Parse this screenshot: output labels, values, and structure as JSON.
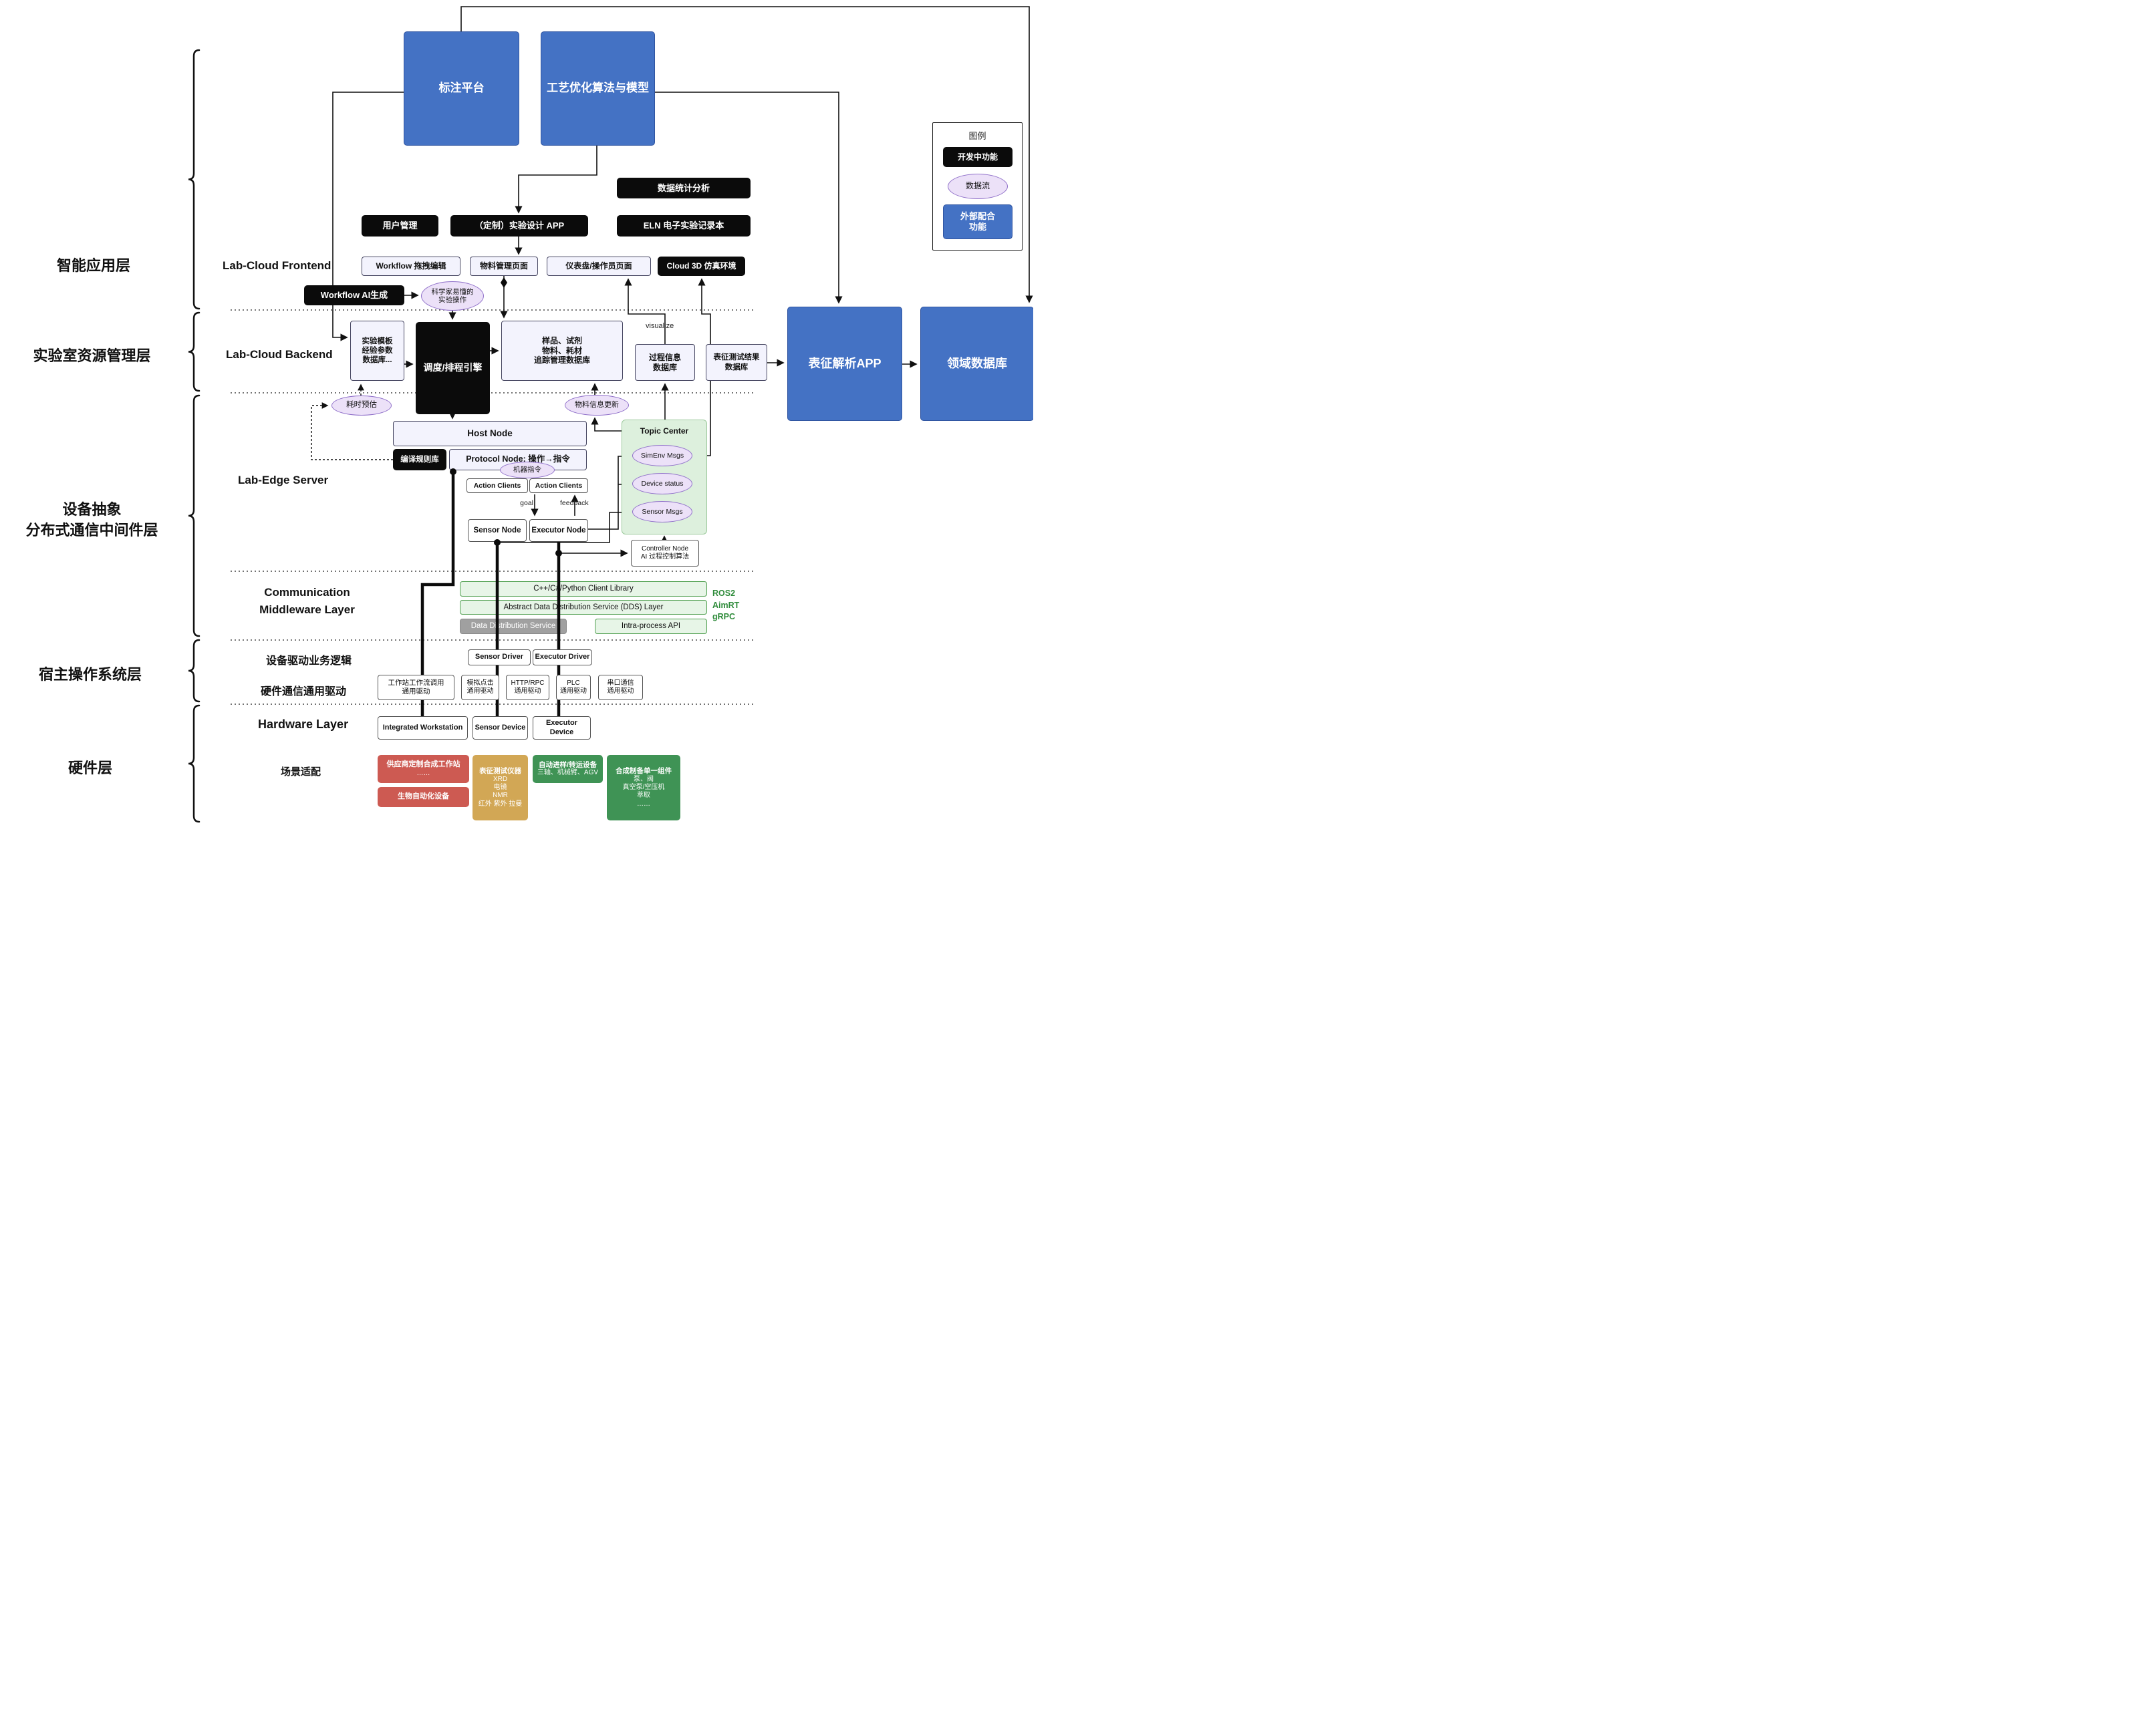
{
  "layers": {
    "app": "智能应用层",
    "resource": "实验室资源管理层",
    "device": "设备抽象\n分布式通信中间件层",
    "host_os": "宿主操作系统层",
    "hardware": "硬件层"
  },
  "sections": {
    "frontend": "Lab-Cloud Frontend",
    "backend": "Lab-Cloud Backend",
    "edge_server": "Lab-Edge Server",
    "comm_middleware": "Communication\nMiddleware Layer",
    "driver_logic": "设备驱动业务逻辑",
    "hw_comm_driver": "硬件通信通用驱动",
    "hardware_layer": "Hardware Layer",
    "scenario_fit": "场景适配"
  },
  "legend": {
    "title": "图例",
    "in_development": "开发中功能",
    "data_flow": "数据流",
    "external_support": "外部配合\n功能"
  },
  "top": {
    "annotation_platform": "标注平台",
    "process_optimization": "工艺优化算法与模型"
  },
  "frontend": {
    "user_mgmt": "用户管理",
    "custom_design_app": "（定制）实验设计 APP",
    "data_stats": "数据统计分析",
    "eln": "ELN 电子实验记录本",
    "workflow_edit": "Workflow 拖拽编辑",
    "material_page": "物料管理页面",
    "dashboard_page": "仪表盘/操作员页面",
    "cloud_3d": "Cloud 3D 仿真环境",
    "workflow_ai": "Workflow AI生成",
    "sci_friendly": "科学家易懂的\n实验操作"
  },
  "backend": {
    "template_db": "实验模板\n经验参数\n数据库...",
    "scheduler": "调度/排程引擎",
    "tracking_db": "样品、试剂\n物料、耗材\n追踪管理数据库",
    "process_db": "过程信息\n数据库",
    "char_result_db": "表征测试结果\n数据库",
    "char_app": "表征解析APP",
    "domain_db": "领域数据库",
    "visualize": "visualize"
  },
  "edge": {
    "time_estimate": "耗时预估",
    "material_update": "物料信息更新",
    "host_node": "Host Node",
    "compile_rules": "编译规则库",
    "protocol_node": "Protocol Node: 操作→指令",
    "machine_instr": "机器指令",
    "action_clients": "Action Clients",
    "goal": "goal",
    "feedback": "feedback",
    "sensor_node": "Sensor Node",
    "executor_node": "Executor Node",
    "topic_center": "Topic Center",
    "simenv_msgs": "SimEnv Msgs",
    "device_status": "Device status",
    "sensor_msgs": "Sensor Msgs",
    "controller_node": "Controller Node\nAI 过程控制算法"
  },
  "middleware": {
    "client_lib": "C++/C#/Python Client Library",
    "dds_layer": "Abstract Data Distribution Service (DDS) Layer",
    "dds_service": "Data Distribution Service",
    "intra_api": "Intra-process API",
    "stack": "ROS2\nAimRT\ngRPC"
  },
  "drivers": {
    "sensor_driver": "Sensor Driver",
    "executor_driver": "Executor Driver",
    "workstation_drv": "工作站工作流调用\n通用驱动",
    "click_drv": "模拟点击\n通用驱动",
    "http_drv": "HTTP/RPC\n通用驱动",
    "plc_drv": "PLC\n通用驱动",
    "serial_drv": "串口通信\n通用驱动"
  },
  "hardware": {
    "integrated_ws": "Integrated Workstation",
    "sensor_device": "Sensor Device",
    "executor_device": "Executor Device",
    "vendor_ws": {
      "title": "供应商定制合成工作站",
      "more": "……"
    },
    "bio_auto": "生物自动化设备",
    "char_instruments": {
      "title": "表征测试仪器",
      "items": "XRD\n电镜\nNMR\n红外 紫外 拉曼"
    },
    "transfer_equip": {
      "title": "自动进样/转运设备",
      "subtitle": "三轴、机械臂、AGV"
    },
    "synth_components": {
      "title": "合成制备单一组件",
      "items": "泵、阀\n真空泵/空压机\n萃取\n……"
    }
  },
  "colors": {
    "blue": "#4472c4",
    "black": "#0b0b0b",
    "lavender": "#ece1f8",
    "green_panel": "#ddf0dd",
    "green_text": "#2e8b3a",
    "red": "#cd5a52",
    "tan": "#d2a755",
    "green_hw": "#3f9355"
  }
}
